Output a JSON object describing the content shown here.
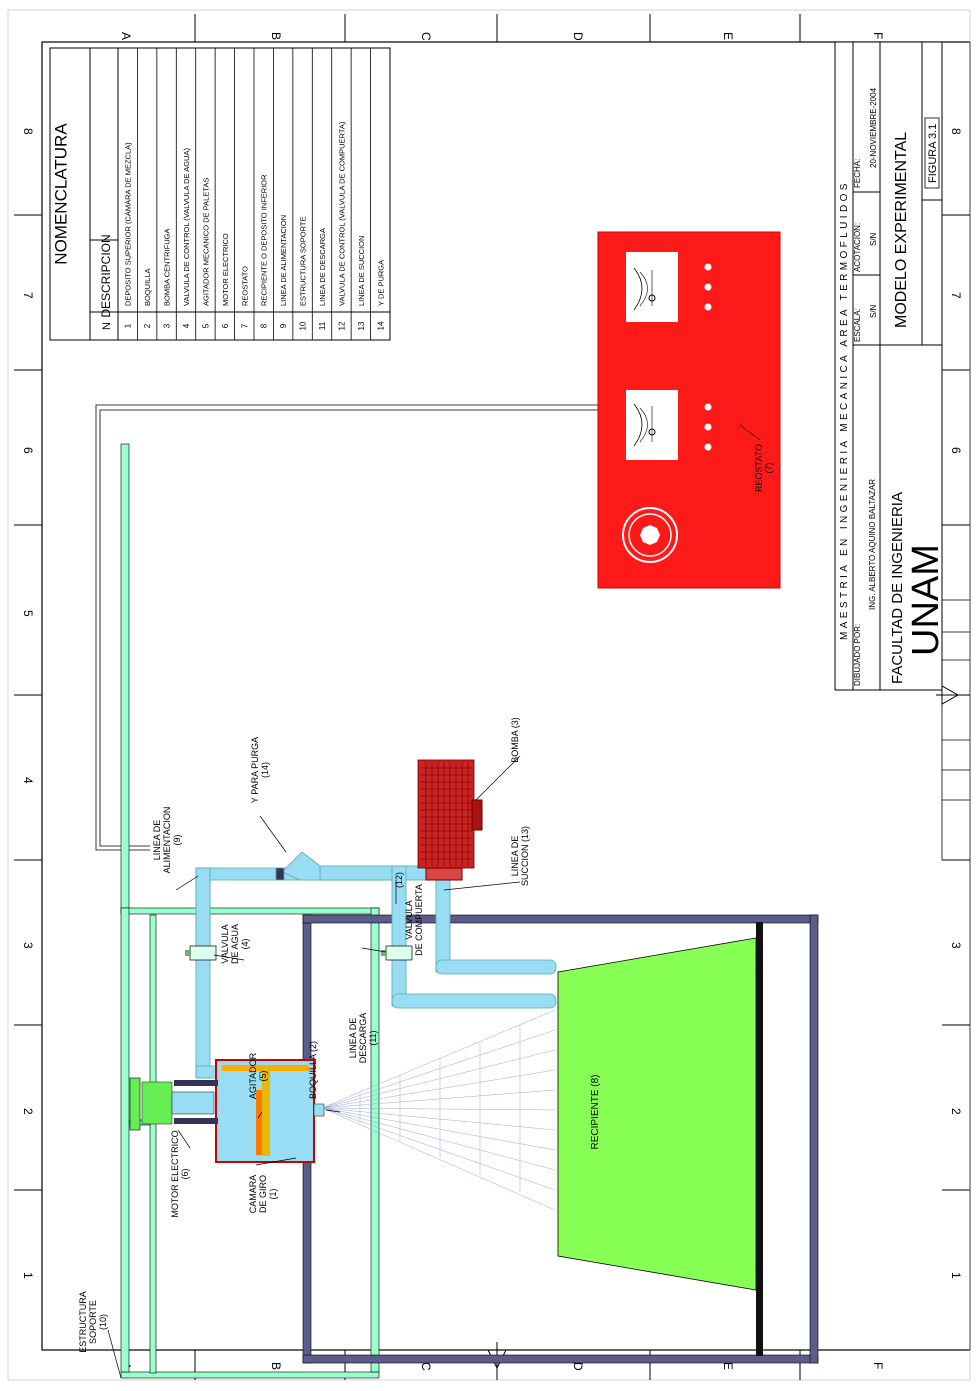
{
  "title_block": {
    "institution_line": "MAESTRIA EN INGENIERIA MECANICA   AREA TERMOFLUIDOS",
    "drawn_by_label": "DIBUJADO POR:",
    "drawn_by": "ING. ALBERTO AQUINO BALTAZAR",
    "scale_label": "ESCALA:",
    "scale": "S/N",
    "units_label": "ACOTACION:",
    "units": "S/N",
    "date_label": "FECHA:",
    "date": "20-NOVIEMBRE-2004",
    "faculty": "FACULTAD DE INGENIERIA",
    "university": "UNAM",
    "drawing_title": "MODELO EXPERIMENTAL",
    "figure": "FIGURA  3.1"
  },
  "nomenclature": {
    "title": "NOMENCLATURA",
    "col_n": "N",
    "col_desc": "DESCRIPCION",
    "items": [
      {
        "n": "1",
        "desc": "DEPOSITO SUPERIOR (CAMARA DE MEZCLA)"
      },
      {
        "n": "2",
        "desc": "BOQUILLA"
      },
      {
        "n": "3",
        "desc": "BOMBA CENTRIFUGA"
      },
      {
        "n": "4",
        "desc": "VALVULA DE CONTROL (VALVULA DE AGUA)"
      },
      {
        "n": "5",
        "desc": "AGITADOR MECANICO DE PALETAS"
      },
      {
        "n": "6",
        "desc": "MOTOR ELECTRICO"
      },
      {
        "n": "7",
        "desc": "REOSTATO"
      },
      {
        "n": "8",
        "desc": "RECIPIENTE O DEPOSITO INFERIOR"
      },
      {
        "n": "9",
        "desc": "LINEA DE ALIMENTACION"
      },
      {
        "n": "10",
        "desc": "ESTRUCTURA SOPORTE"
      },
      {
        "n": "11",
        "desc": "LINEA DE DESCARGA"
      },
      {
        "n": "12",
        "desc": "VALVULA DE CONTROL (VALVULA DE COMPUERTA)"
      },
      {
        "n": "13",
        "desc": "LINEA DE SUCCION"
      },
      {
        "n": "14",
        "desc": "Y DE PURGA"
      }
    ]
  },
  "callouts": {
    "estructura": [
      "ESTRUCTURA",
      "SOPORTE",
      "(10)"
    ],
    "motor": [
      "MOTOR ELECTRICO",
      "(6)"
    ],
    "camara": [
      "CAMARA",
      "DE GIRO",
      "(1)"
    ],
    "agitador": [
      "AGITADOR",
      "(5)"
    ],
    "boquilla": "BOQUILLA (2)",
    "valvula_agua": [
      "VALVULA",
      "DE AGUA",
      "(4)"
    ],
    "linea_alim": [
      "LINEA DE",
      "ALIMENTACION",
      "(9)"
    ],
    "y_purga": [
      "Y PARA PURGA",
      "(14)"
    ],
    "linea_desc": [
      "LINEA DE",
      "DESCARGA",
      "(11)"
    ],
    "valvula_comp": [
      "VALVULA",
      "DE COMPUERTA",
      "(12)"
    ],
    "linea_succ": [
      "LINEA DE",
      "SUCCION  (13)"
    ],
    "bomba": "BOMBA (3)",
    "recipiente": "RECIPIENTE (8)",
    "reostato": [
      "REOSTATO",
      "(7)"
    ]
  },
  "grid": {
    "rows": [
      "A",
      "B",
      "C",
      "D",
      "E",
      "F"
    ],
    "cols": [
      "1",
      "2",
      "3",
      "4",
      "5",
      "6",
      "7",
      "8"
    ]
  },
  "colors": {
    "structure_green": "#99ffcc",
    "frame_blue": "#5c5c8c",
    "pipe_blue": "#99ddf5",
    "reostato_red": "#ff1a1a",
    "pump_red": "#cc2222",
    "recipient_green": "#88ff55"
  }
}
